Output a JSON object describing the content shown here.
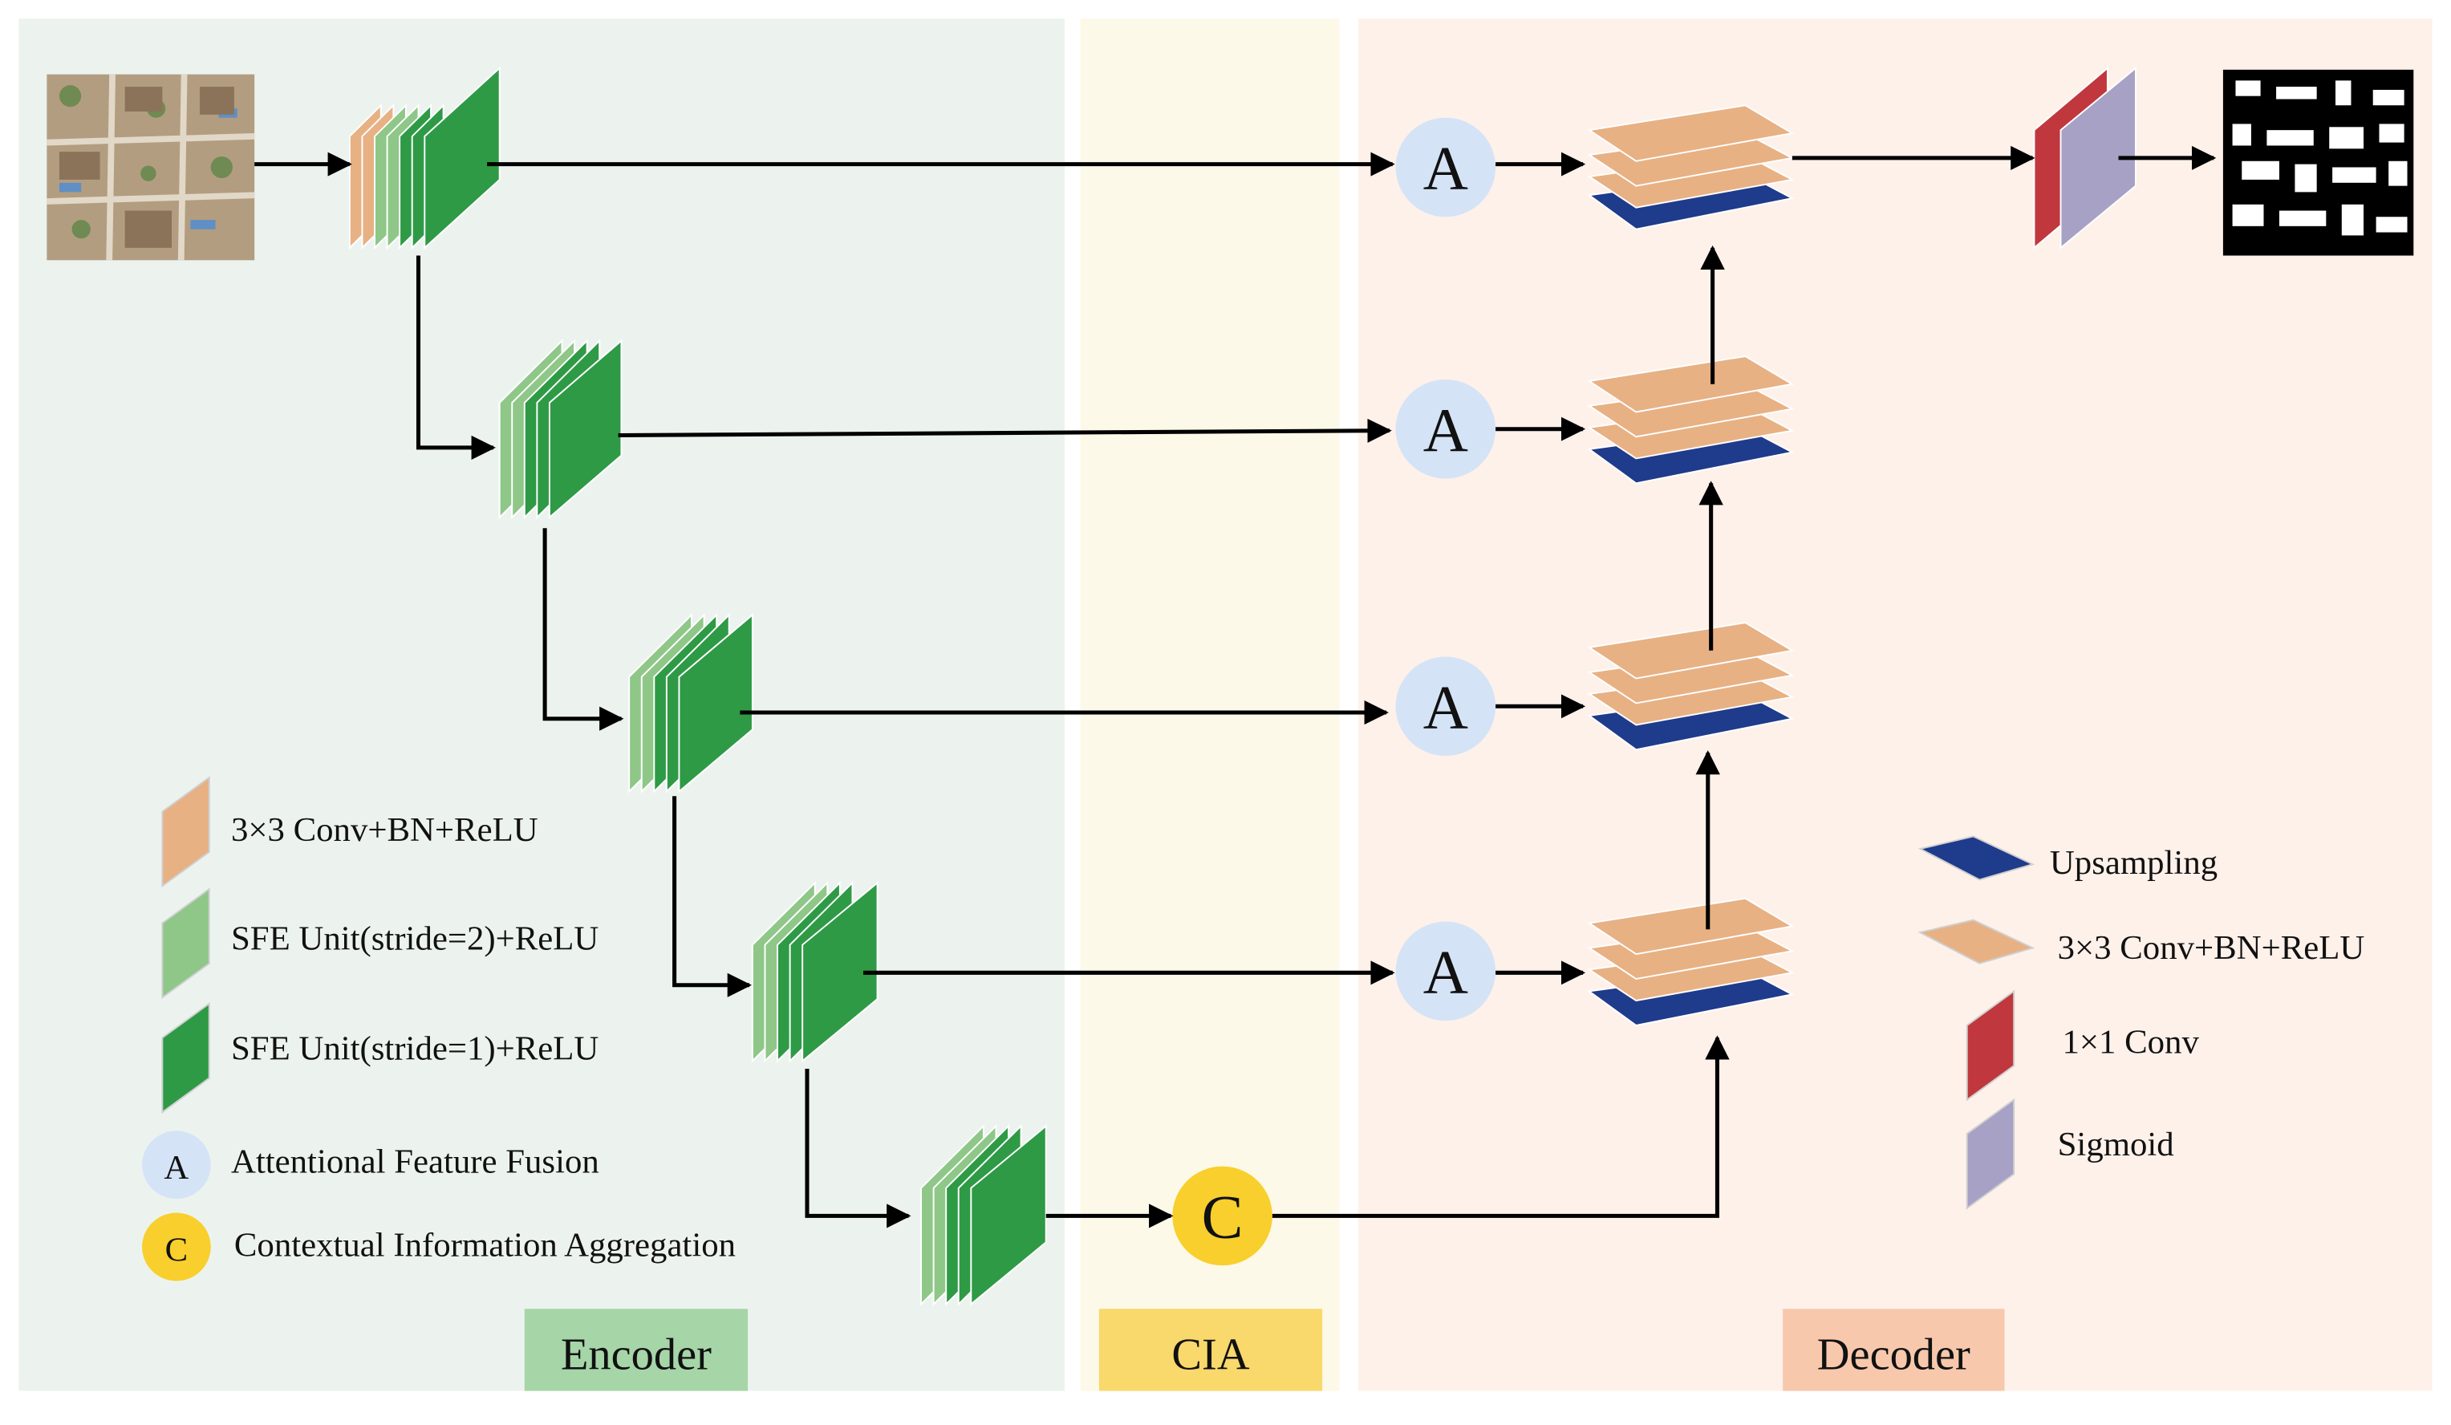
{
  "sections": {
    "encoder": "Encoder",
    "cia": "CIA",
    "decoder": "Decoder"
  },
  "legend_left": [
    {
      "kind": "conv",
      "text": "3×3 Conv+BN+ReLU"
    },
    {
      "kind": "sfe2",
      "text": "SFE Unit(stride=2)+ReLU"
    },
    {
      "kind": "sfe1",
      "text": "SFE Unit(stride=1)+ReLU"
    },
    {
      "kind": "aff",
      "symbol": "A",
      "text": "Attentional Feature Fusion"
    },
    {
      "kind": "cia",
      "symbol": "C",
      "text": "Contextual Information Aggregation"
    }
  ],
  "legend_right": [
    {
      "kind": "upsampling",
      "text": "Upsampling"
    },
    {
      "kind": "conv",
      "text": "3×3 Conv+BN+ReLU"
    },
    {
      "kind": "conv1x1",
      "text": "1×1 Conv"
    },
    {
      "kind": "sigmoid",
      "text": "Sigmoid"
    }
  ],
  "fusion_nodes": [
    "A",
    "A",
    "A",
    "A"
  ],
  "context_node": "C",
  "colors": {
    "encoder_bg": "#ecf3ef",
    "cia_bg": "#fdf9e8",
    "decoder_bg": "#fdf1ea",
    "encoder_label_bg": "#a6d5a8",
    "cia_label_bg": "#f9d86c",
    "decoder_label_bg": "#f7c8ac",
    "conv": "#e8b184",
    "sfe_stride2": "#8ec788",
    "sfe_stride1": "#2e9a45",
    "attention_node": "#d5e3f6",
    "context_node": "#f8cf2c",
    "upsampling": "#1f3b8b",
    "conv1x1": "#c0373d",
    "sigmoid": "#a7a1c6"
  },
  "icons": {
    "input": "aerial-image-icon",
    "output": "segmentation-mask-icon"
  }
}
